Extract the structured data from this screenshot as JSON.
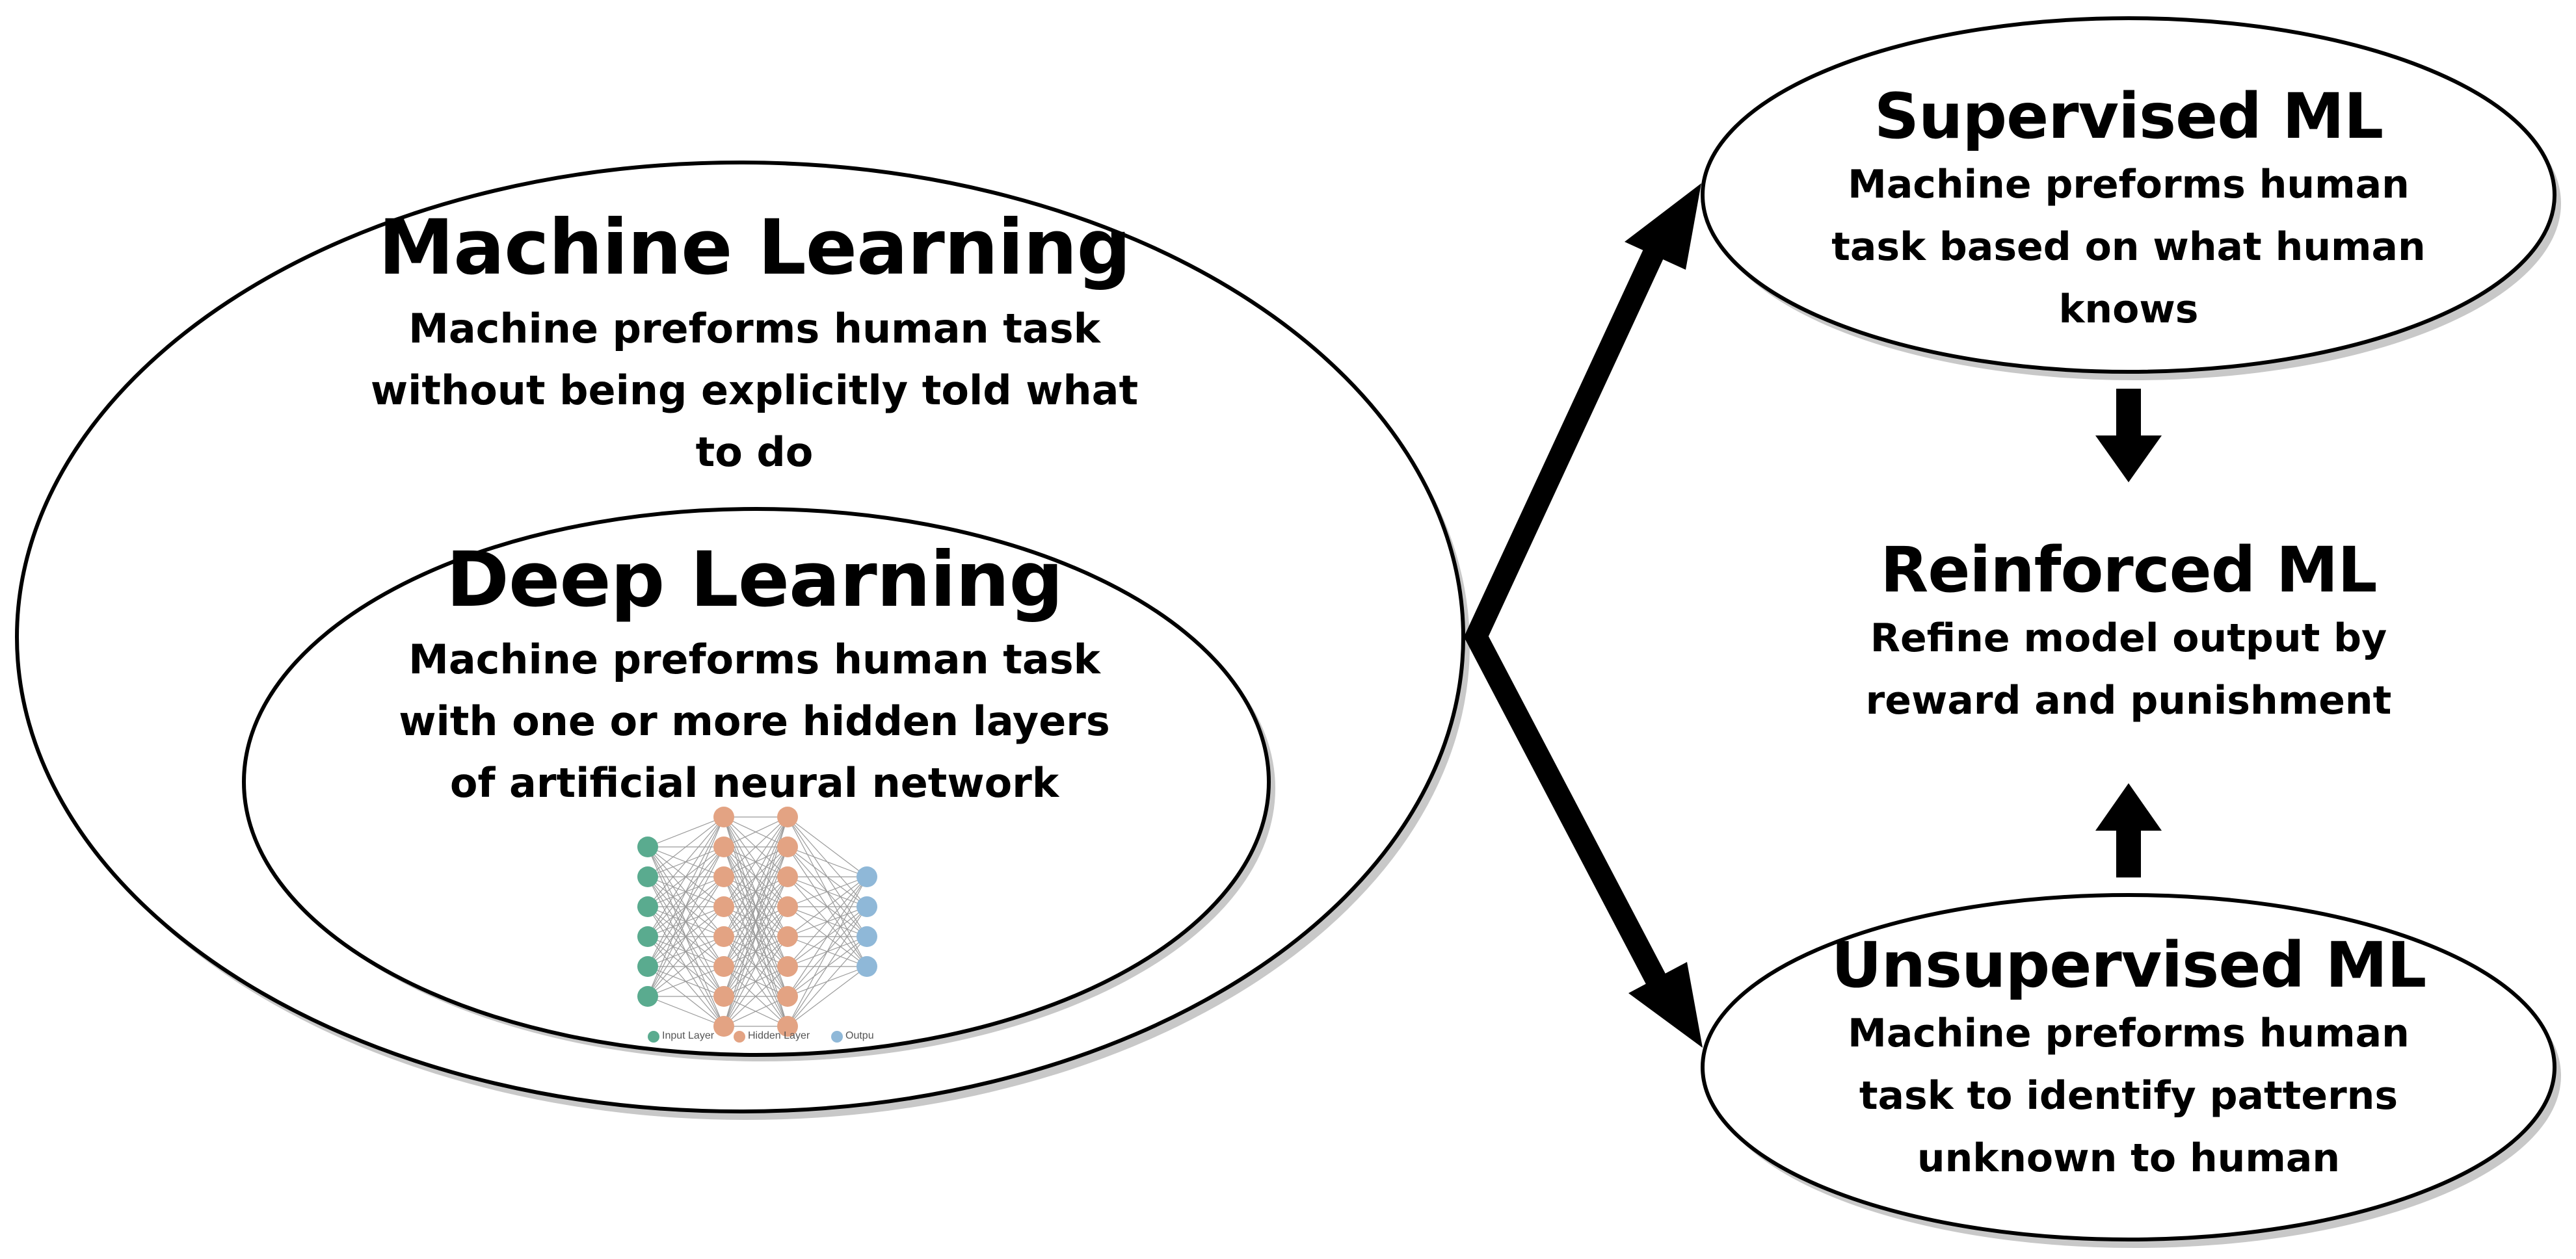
{
  "machine_learning": {
    "title": "Machine Learning",
    "lines": [
      "Machine preforms human task",
      "without being explicitly told what",
      "to do"
    ]
  },
  "deep_learning": {
    "title": "Deep Learning",
    "lines": [
      "Machine preforms human task",
      "with one or more hidden layers",
      "of artificial neural network"
    ],
    "network": {
      "layers": [
        {
          "color": "#5aab8f",
          "nodes": 6
        },
        {
          "color": "#e3a383",
          "nodes": 8
        },
        {
          "color": "#e3a383",
          "nodes": 8
        },
        {
          "color": "#8fb8d8",
          "nodes": 4
        }
      ],
      "legend": [
        "Input Layer",
        "Hidden Layer",
        "Outpu"
      ]
    }
  },
  "supervised": {
    "title": "Supervised ML",
    "lines": [
      "Machine preforms human",
      "task based on what human",
      "knows"
    ]
  },
  "reinforced": {
    "title": "Reinforced ML",
    "lines": [
      "Refine model output by",
      "reward and punishment"
    ]
  },
  "unsupervised": {
    "title": "Unsupervised ML",
    "lines": [
      "Machine preforms human",
      "task to identify patterns",
      "unknown to human"
    ]
  },
  "colors": {
    "ellipse_fill": "#ffffff",
    "ellipse_stroke": "#000000",
    "shadow": "#c8c8c8",
    "arrow": "#000000",
    "network_edge": "#9a9a9a"
  }
}
